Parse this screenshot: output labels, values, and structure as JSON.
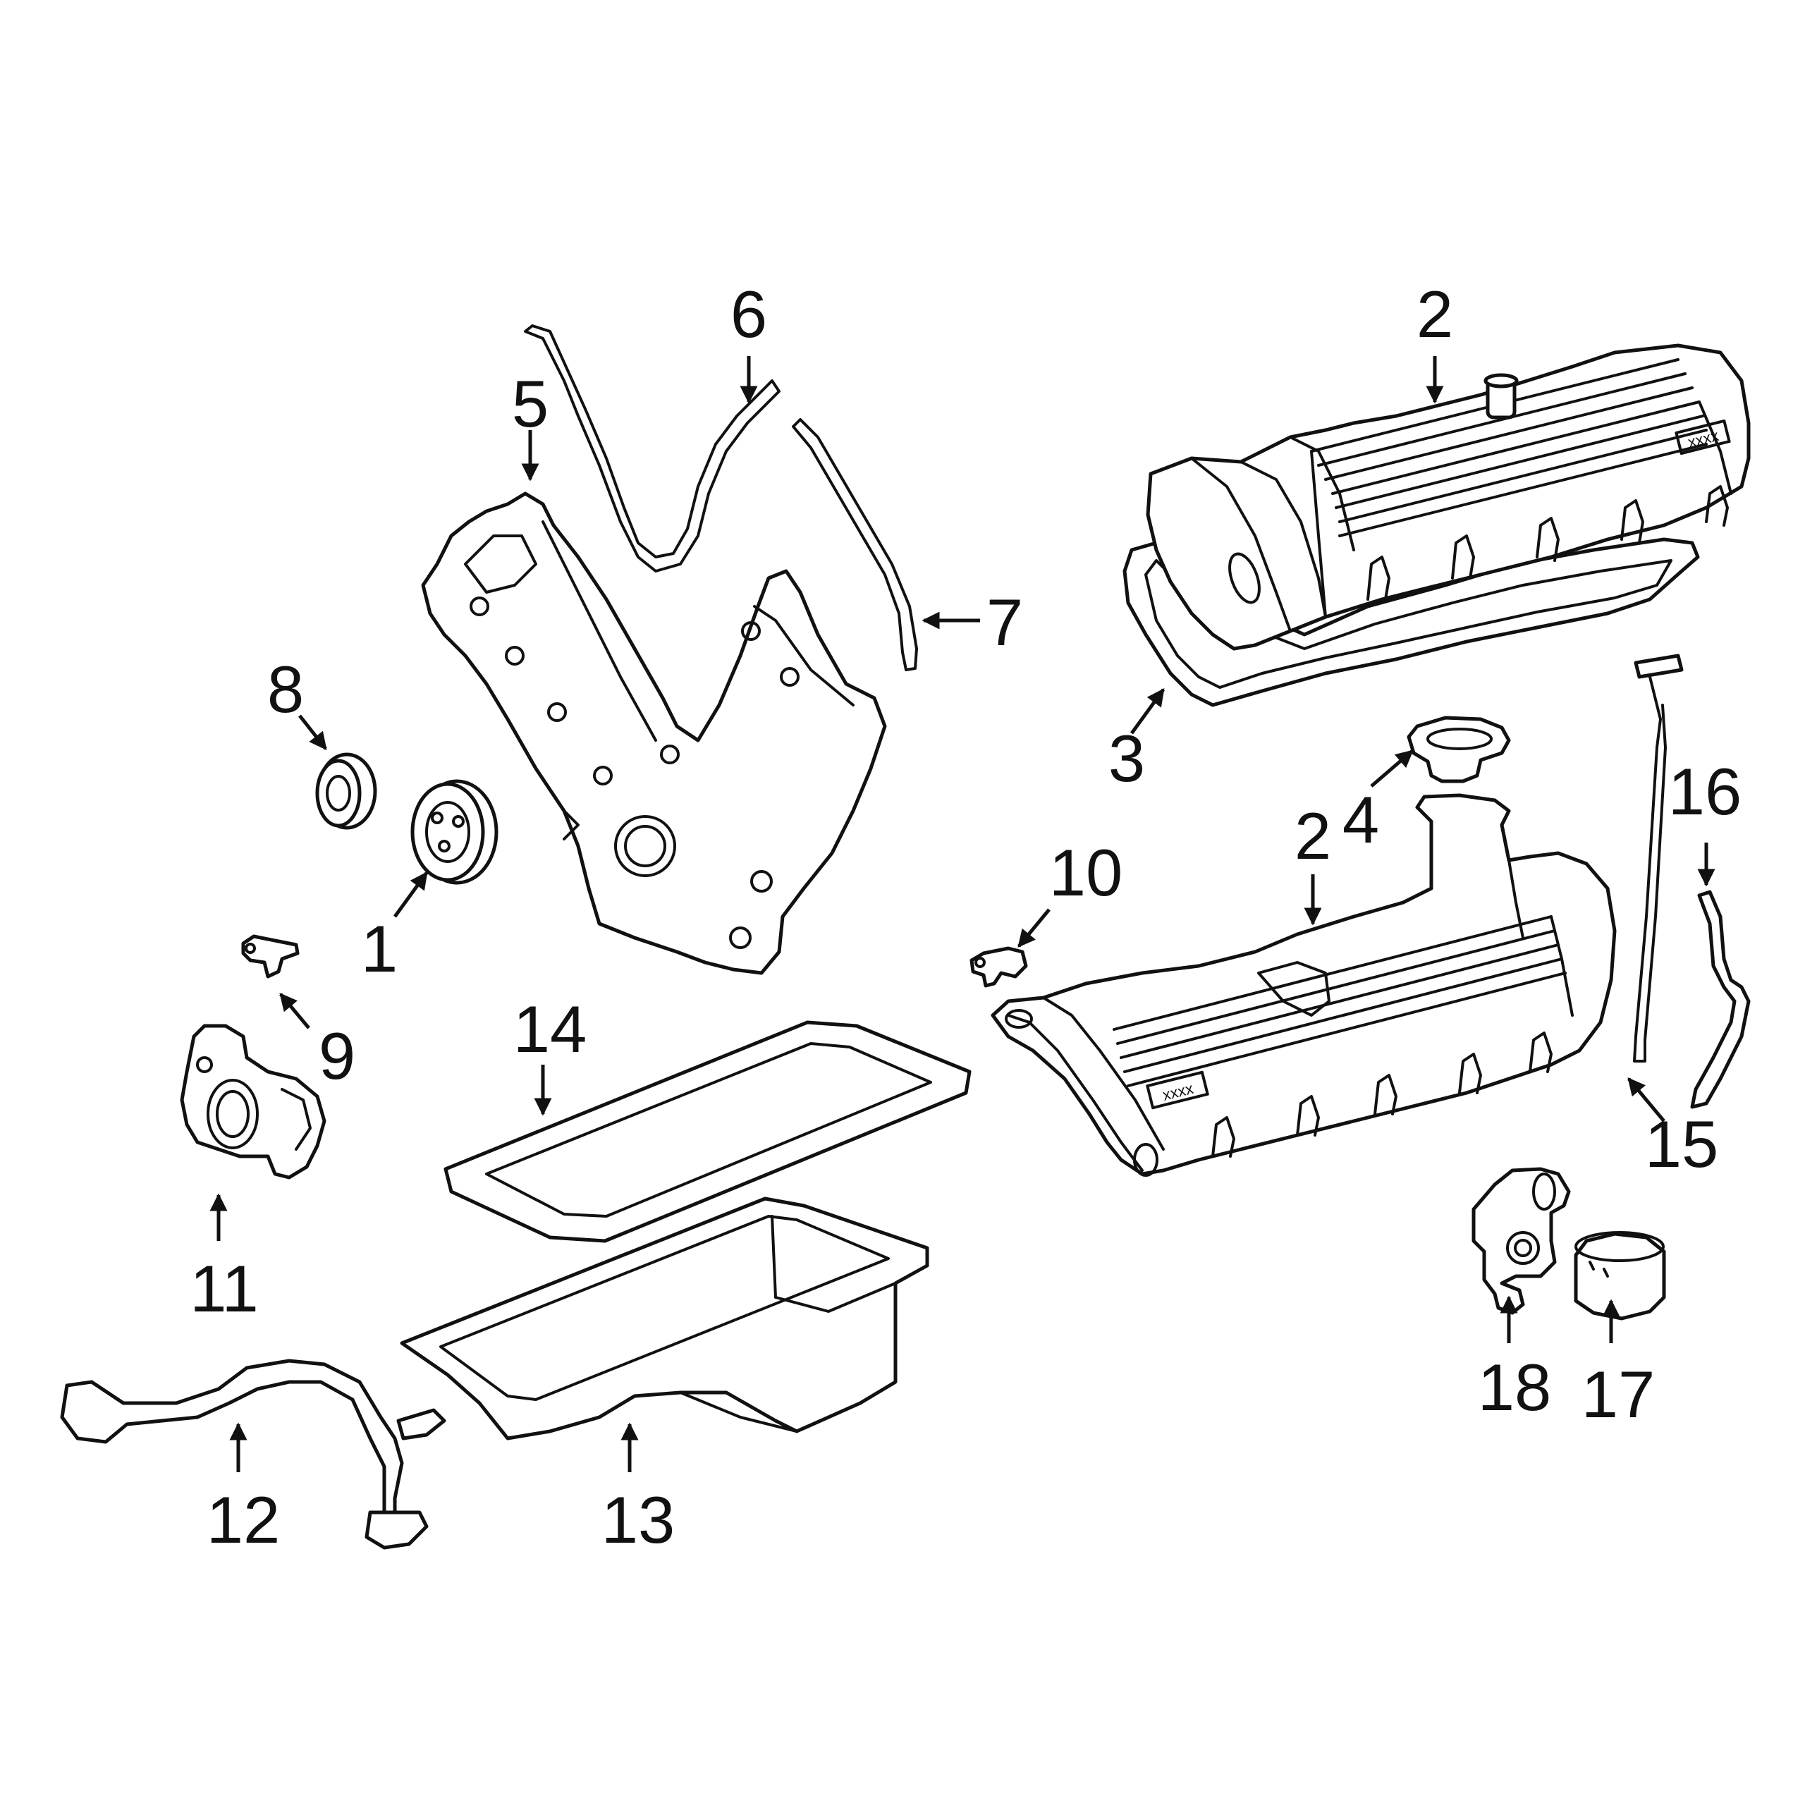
{
  "colors": {
    "line": "#111111",
    "background": "#ffffff"
  },
  "callouts": {
    "c1": "1",
    "c2a": "2",
    "c2b": "2",
    "c3": "3",
    "c4": "4",
    "c5": "5",
    "c6": "6",
    "c7": "7",
    "c8": "8",
    "c9": "9",
    "c10": "10",
    "c11": "11",
    "c12": "12",
    "c13": "13",
    "c14": "14",
    "c15": "15",
    "c16": "16",
    "c17": "17",
    "c18": "18"
  },
  "cover_marks": {
    "upper": "xxxx",
    "lower": "xxxx"
  }
}
